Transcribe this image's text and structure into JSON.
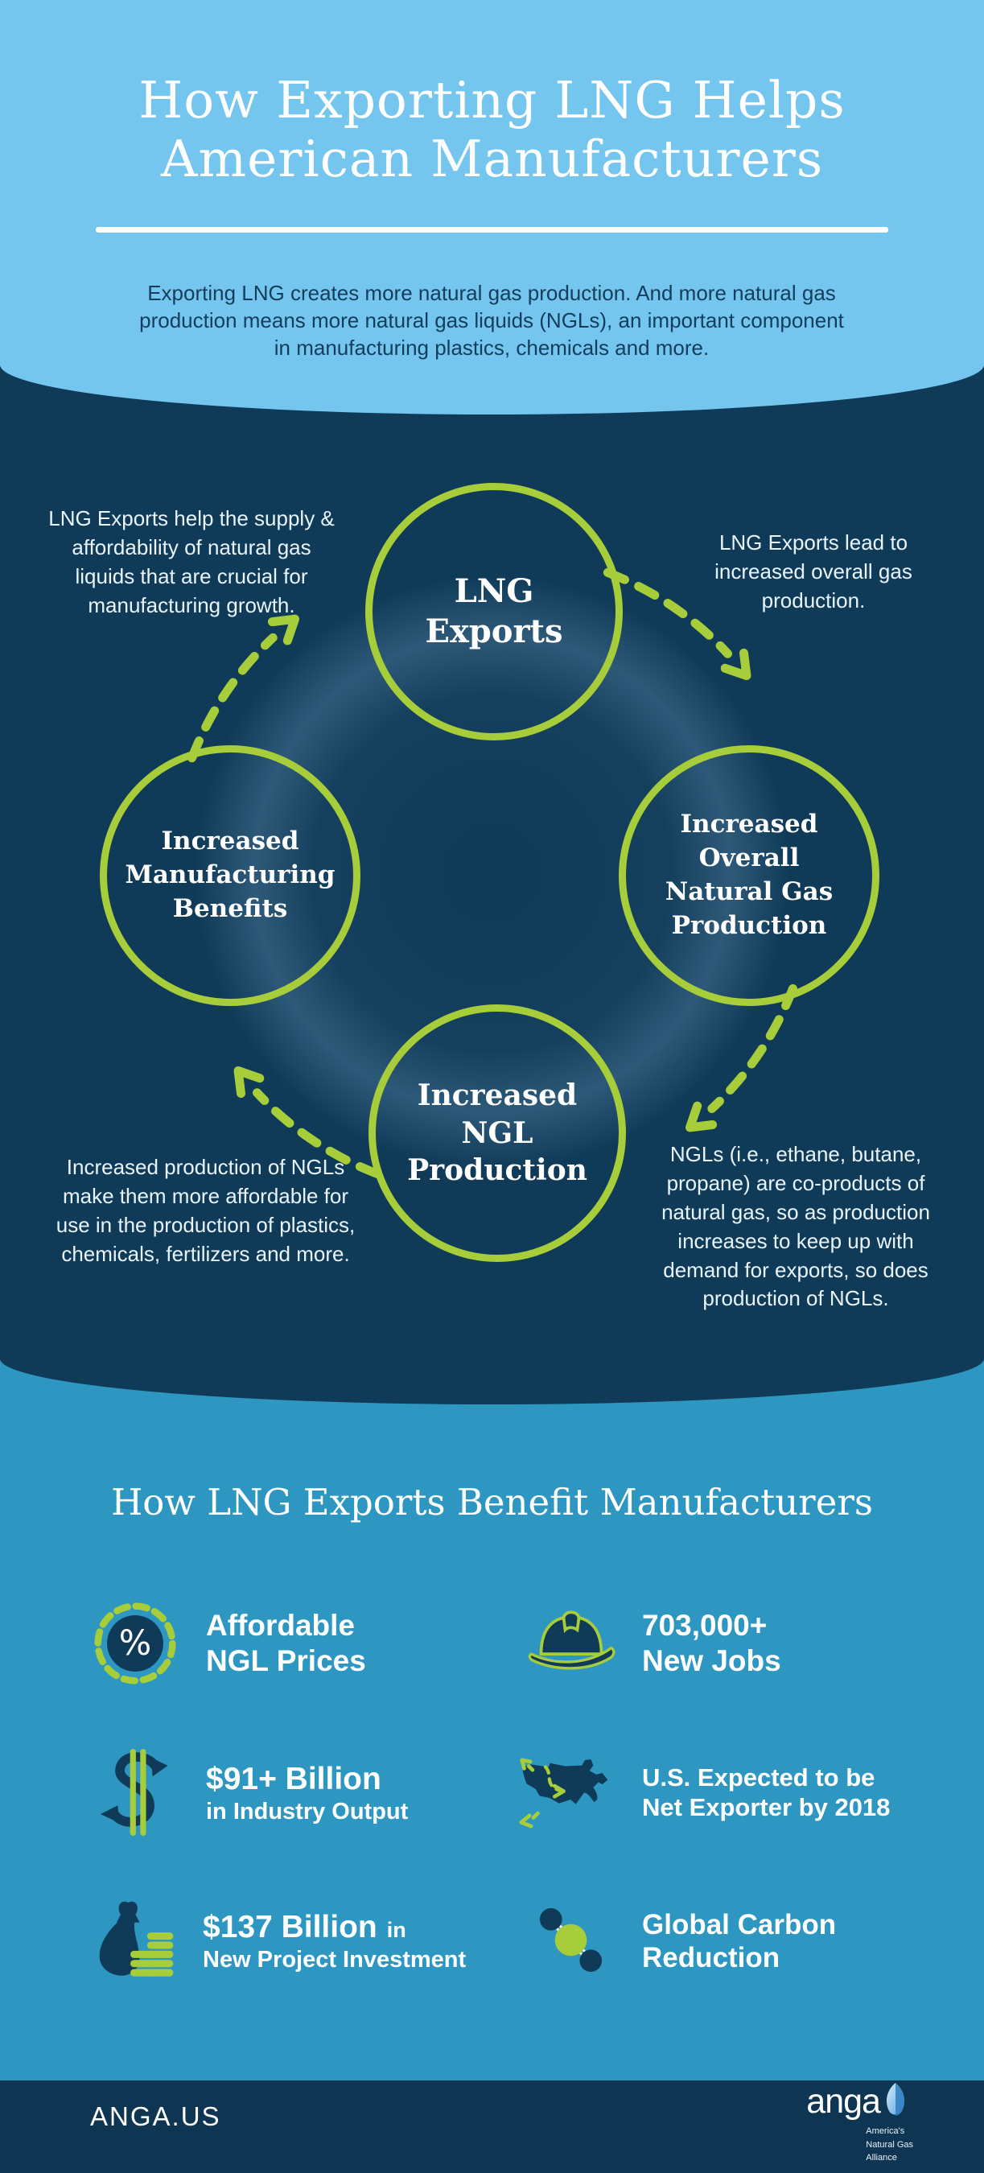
{
  "colors": {
    "light_blue": "#74c6ee",
    "dark_navy": "#0f3a58",
    "mid_blue": "#2d97c2",
    "accent_green": "#a8cd3a",
    "footer_navy": "#0e3551",
    "text_white": "#ffffff"
  },
  "header": {
    "title_lines": [
      "How Exporting LNG Helps",
      "American Manufacturers"
    ],
    "subtitle": "Exporting LNG creates more natural gas production. And more natural gas production means more natural gas liquids (NGLs), an important component in manufacturing plastics, chemicals and more."
  },
  "cycle": {
    "nodes": [
      {
        "id": "lng-exports",
        "lines": [
          "LNG",
          "Exports"
        ]
      },
      {
        "id": "increased-overall-production",
        "lines": [
          "Increased",
          "Overall",
          "Natural Gas",
          "Production"
        ]
      },
      {
        "id": "increased-ngl-production",
        "lines": [
          "Increased",
          "NGL",
          "Production"
        ]
      },
      {
        "id": "increased-manufacturing-benefits",
        "lines": [
          "Increased",
          "Manufacturing",
          "Benefits"
        ]
      }
    ],
    "annotations": [
      {
        "position": "top-left",
        "text": "LNG Exports help the supply & affordability of natural gas liquids that are crucial for manufacturing growth."
      },
      {
        "position": "top-right",
        "text": "LNG Exports lead to increased overall gas production."
      },
      {
        "position": "bottom-left",
        "text": "Increased production of NGLs make them more affordable for use in the production of plastics, chemicals, fertilizers and more."
      },
      {
        "position": "bottom-right",
        "text": "NGLs (i.e., ethane, butane, propane) are co-products of natural gas, so as production increases to keep up with demand for exports, so does production of NGLs."
      }
    ]
  },
  "benefits": {
    "heading": "How LNG Exports Benefit Manufacturers",
    "items": [
      {
        "icon": "percent-icon",
        "line1": "Affordable",
        "line1_suffix": "",
        "line2": "NGL Prices"
      },
      {
        "icon": "hard-hat-icon",
        "line1": "703,000+",
        "line1_suffix": "",
        "line2": "New Jobs"
      },
      {
        "icon": "dollar-exchange-icon",
        "line1": "$91+ Billion",
        "line1_suffix": "",
        "line2": "in Industry Output"
      },
      {
        "icon": "us-map-icon",
        "line1": "U.S. Expected to be",
        "line1_suffix": "",
        "line2": "Net Exporter by 2018"
      },
      {
        "icon": "money-bag-icon",
        "line1": "$137 Billion",
        "line1_suffix": "in",
        "line2": "New Project Investment"
      },
      {
        "icon": "molecule-icon",
        "line1": "Global Carbon",
        "line1_suffix": "",
        "line2": "Reduction"
      }
    ]
  },
  "footer": {
    "website": "ANGA.US",
    "logo_text": "anga",
    "logo_tagline": [
      "America's",
      "Natural Gas",
      "Alliance"
    ]
  }
}
